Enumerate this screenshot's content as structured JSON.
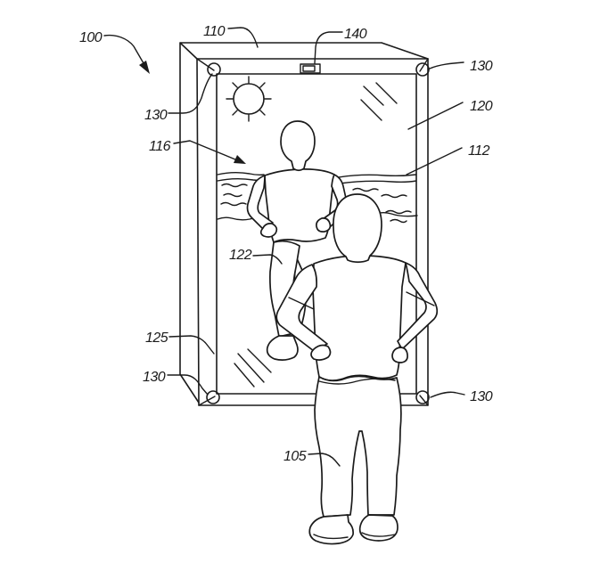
{
  "figure": {
    "type": "patent-line-drawing",
    "background_color": "#ffffff",
    "line_color": "#1b1b1b",
    "reference_labels": {
      "system": "100",
      "housing": "110",
      "camera": "140",
      "corner_top_left": "130",
      "corner_top_right": "130",
      "corner_bottom_left": "130",
      "corner_bottom_right": "130",
      "display": "120",
      "horizon": "112",
      "reflection": "116",
      "reflection_lower": "122",
      "mirror_surface": "125",
      "user": "105"
    }
  }
}
